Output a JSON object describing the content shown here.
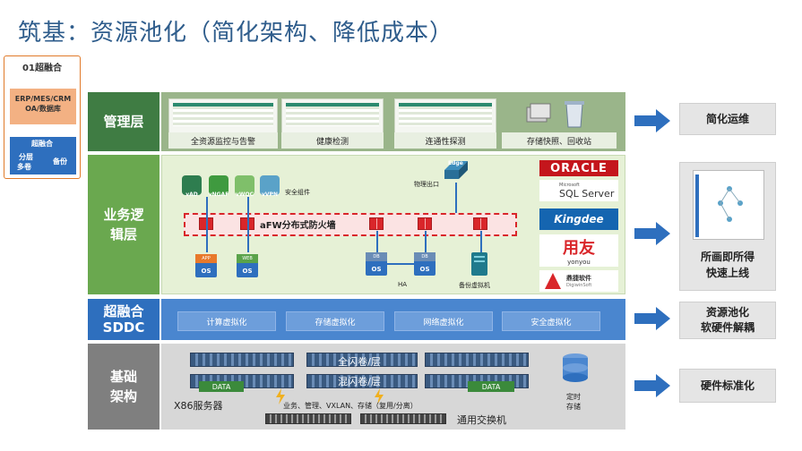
{
  "title": "筑基：资源池化（简化架构、降低成本）",
  "mini": {
    "title": "01超融合",
    "erp_line1": "ERP/MES/CRM",
    "erp_line2": "OA/数据库",
    "sddc": "超融合",
    "fenceng": "分层",
    "duojuan": "多卷",
    "beifen": "备份"
  },
  "layers": {
    "mgmt": "管理层",
    "biz_line1": "业务逻",
    "biz_line2": "辑层",
    "sddc_line1": "超融合",
    "sddc_line2": "SDDC",
    "hw_line1": "基础",
    "hw_line2": "架构"
  },
  "mgmt_items": [
    "全资源监控与告警",
    "健康检测",
    "连通性探测",
    "存储快照、回收站"
  ],
  "biz": {
    "vicons": [
      "vAD",
      "vNGAF",
      "vWOC",
      "vVPN"
    ],
    "security_label": "安全组件",
    "physical_exit": "物理出口",
    "edge": "Edge",
    "firewall": "aFW分布式防火墙",
    "os_boxes": [
      {
        "top": "APP",
        "bottom": "OS"
      },
      {
        "top": "WEB",
        "bottom": "OS"
      },
      {
        "top": "DB",
        "bottom": "OS"
      },
      {
        "top": "DB",
        "bottom": "OS"
      }
    ],
    "ha": "HA",
    "backup_vm": "备份虚拟机"
  },
  "logos": {
    "oracle": "ORACLE",
    "sql_microsoft": "Microsoft",
    "sql_server": "SQL Server",
    "kingdee": "Kingdee",
    "yonyou_cn": "用友",
    "yonyou_en": "yonyou",
    "dsoft": "鼎捷软件",
    "dsoft_en": "DigiwinSoft"
  },
  "sddc_items": [
    "计算虚拟化",
    "存储虚拟化",
    "网络虚拟化",
    "安全虚拟化"
  ],
  "hw": {
    "data": "DATA",
    "allflash": "全闪卷/层",
    "mixed": "混闪卷/层",
    "x86": "X86服务器",
    "traffic": "业务、管理、VXLAN、存储（复用/分离）",
    "switch": "通用交换机",
    "storage_line1": "定时",
    "storage_line2": "存储"
  },
  "results": [
    "简化运维",
    "所画即所得",
    "快速上线",
    "资源池化",
    "软硬件解耦",
    "硬件标准化"
  ],
  "colors": {
    "mgmt": "#3f7c43",
    "biz": "#6aa84f",
    "sddc": "#2e6fbe",
    "hw": "#7f7f7f",
    "firewall": "#d9262a",
    "arrow": "#2e6fbe"
  }
}
